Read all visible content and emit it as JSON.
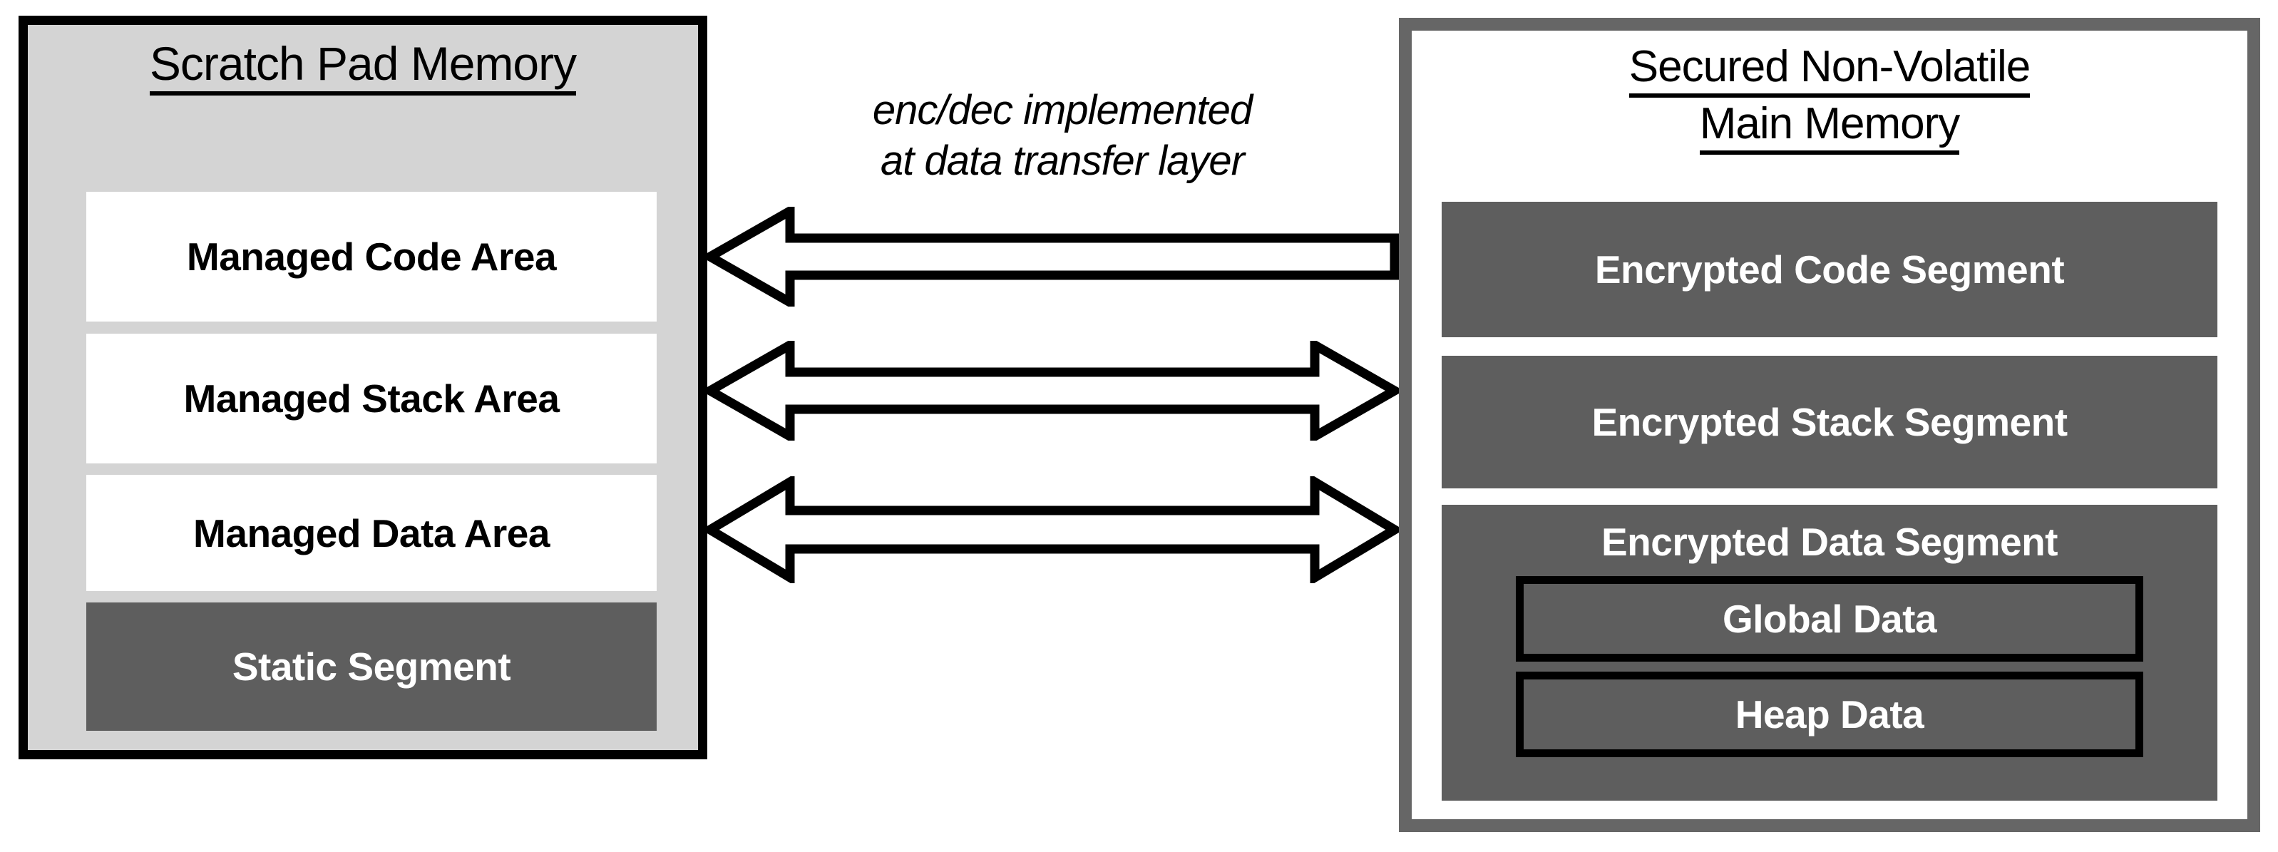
{
  "diagram": {
    "title_left": "Scratch Pad Memory",
    "title_right_line1": "Secured Non-Volatile",
    "title_right_line2": "Main Memory",
    "caption_line1": "enc/dec implemented",
    "caption_line2": "at data transfer layer",
    "colors": {
      "scratchpad_fill": "#d4d4d4",
      "scratchpad_border": "#000000",
      "nvm_border": "#666666",
      "nvm_fill": "#ffffff",
      "segment_fill": "#5e5e5e",
      "segment_text": "#ffffff",
      "managed_box_fill": "#ffffff",
      "arrow_stroke": "#000000",
      "arrow_fill": "#ffffff"
    }
  },
  "scratchpad": {
    "boxes": [
      {
        "label": "Managed Code Area",
        "style": "light"
      },
      {
        "label": "Managed Stack Area",
        "style": "light"
      },
      {
        "label": "Managed Data Area",
        "style": "light"
      },
      {
        "label": "Static Segment",
        "style": "dark"
      }
    ]
  },
  "nvm": {
    "segments": [
      {
        "label": "Encrypted Code Segment",
        "children": []
      },
      {
        "label": "Encrypted Stack Segment",
        "children": []
      },
      {
        "label": "Encrypted Data Segment",
        "children": [
          "Global Data",
          "Heap Data"
        ]
      }
    ]
  },
  "arrows": [
    {
      "id": "code-arrow",
      "direction": "left",
      "from": "Encrypted Code Segment",
      "to": "Managed Code Area"
    },
    {
      "id": "stack-arrow",
      "direction": "bidirectional",
      "from": "Managed Stack Area",
      "to": "Encrypted Stack Segment"
    },
    {
      "id": "data-arrow",
      "direction": "bidirectional",
      "from": "Managed Data Area",
      "to": "Encrypted Data Segment"
    }
  ]
}
